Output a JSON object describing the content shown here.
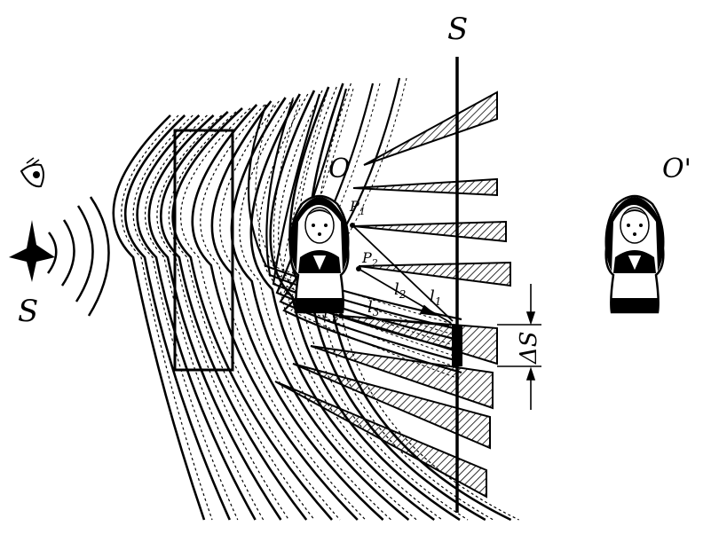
{
  "labels": {
    "screen": "S",
    "source": "S",
    "object": "O",
    "image": "O'",
    "point_1": "P",
    "point_1_sub": "1",
    "point_2": "P",
    "point_2_sub": "2",
    "point_3": "P",
    "point_3_sub": "3",
    "vector_1": "l",
    "vector_1_sub": "1",
    "vector_2": "l",
    "vector_2_sub": "2",
    "vector_3": "l",
    "vector_3_sub": "3",
    "delta_s": "ΔS"
  }
}
